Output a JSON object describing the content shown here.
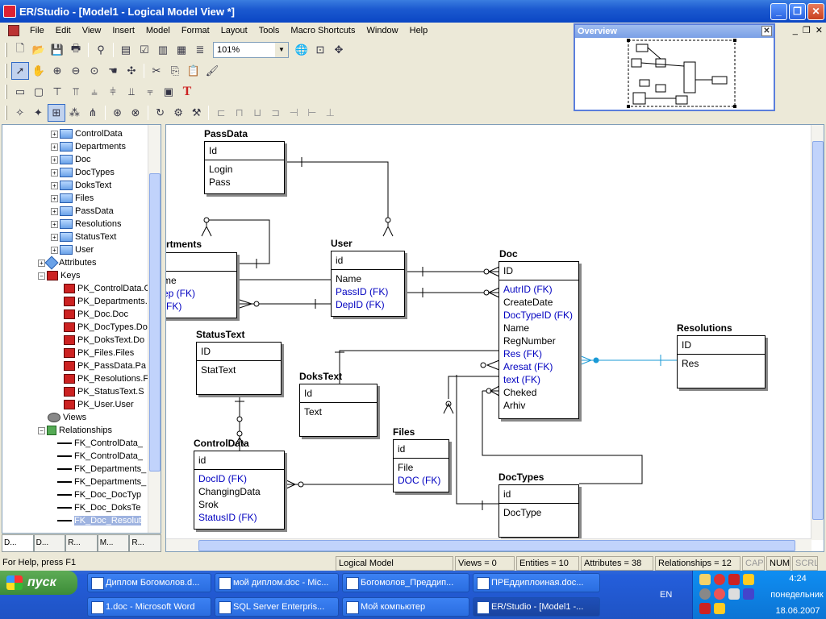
{
  "window": {
    "title": "ER/Studio - [Model1 - Logical Model View *]"
  },
  "menu": [
    "File",
    "Edit",
    "View",
    "Insert",
    "Model",
    "Format",
    "Layout",
    "Tools",
    "Macro Shortcuts",
    "Window",
    "Help"
  ],
  "toolbar": {
    "zoom": "101%"
  },
  "overview": {
    "title": "Overview"
  },
  "tree": {
    "tables": [
      "ControlData",
      "Departments",
      "Doc",
      "DocTypes",
      "DoksText",
      "Files",
      "PassData",
      "Resolutions",
      "StatusText",
      "User"
    ],
    "attributes_label": "Attributes",
    "keys_label": "Keys",
    "keys": [
      "PK_ControlData.C",
      "PK_Departments.",
      "PK_Doc.Doc",
      "PK_DocTypes.Do",
      "PK_DoksText.Do",
      "PK_Files.Files",
      "PK_PassData.Pa",
      "PK_Resolutions.F",
      "PK_StatusText.S",
      "PK_User.User"
    ],
    "views_label": "Views",
    "relationships_label": "Relationships",
    "relationships": [
      "FK_ControlData_",
      "FK_ControlData_",
      "FK_Departments_",
      "FK_Departments_",
      "FK_Doc_DocTyp",
      "FK_Doc_DoksTe",
      "FK_Doc_Resolut"
    ]
  },
  "bottom_tabs": [
    "D...",
    "D...",
    "R...",
    "M...",
    "R..."
  ],
  "entities": {
    "passdata": {
      "name": "PassData",
      "pk": [
        "Id"
      ],
      "attrs": [
        {
          "t": "Login"
        },
        {
          "t": "Pass"
        }
      ]
    },
    "departments": {
      "name": "rtments",
      "pk": [
        ""
      ],
      "attrs": [
        {
          "t": "me"
        },
        {
          "t": "ep (FK)",
          "fk": true
        },
        {
          "t": "(FK)",
          "fk": true
        }
      ]
    },
    "user": {
      "name": "User",
      "pk": [
        "id"
      ],
      "attrs": [
        {
          "t": "Name"
        },
        {
          "t": "PassID (FK)",
          "fk": true
        },
        {
          "t": "DepID (FK)",
          "fk": true
        }
      ]
    },
    "doc": {
      "name": "Doc",
      "pk": [
        "ID"
      ],
      "attrs": [
        {
          "t": "AutrID (FK)",
          "fk": true
        },
        {
          "t": "CreateDate"
        },
        {
          "t": "DocTypeID (FK)",
          "fk": true
        },
        {
          "t": "Name"
        },
        {
          "t": "RegNumber"
        },
        {
          "t": "Res (FK)",
          "fk": true
        },
        {
          "t": "Aresat (FK)",
          "fk": true
        },
        {
          "t": "text (FK)",
          "fk": true
        },
        {
          "t": "Cheked"
        },
        {
          "t": "Arhiv"
        }
      ]
    },
    "resolutions": {
      "name": "Resolutions",
      "pk": [
        "ID"
      ],
      "attrs": [
        {
          "t": "Res"
        }
      ]
    },
    "statustext": {
      "name": "StatusText",
      "pk": [
        "ID"
      ],
      "attrs": [
        {
          "t": "StatText"
        }
      ]
    },
    "dokstext": {
      "name": "DoksText",
      "pk": [
        "Id"
      ],
      "attrs": [
        {
          "t": "Text"
        }
      ]
    },
    "files": {
      "name": "Files",
      "pk": [
        "id"
      ],
      "attrs": [
        {
          "t": "File"
        },
        {
          "t": "DOC (FK)",
          "fk": true
        }
      ]
    },
    "controldata": {
      "name": "ControlData",
      "pk": [
        "id"
      ],
      "attrs": [
        {
          "t": "DocID (FK)",
          "fk": true
        },
        {
          "t": "ChangingData"
        },
        {
          "t": "Srok"
        },
        {
          "t": "StatusID (FK)",
          "fk": true
        }
      ]
    },
    "doctypes": {
      "name": "DocTypes",
      "pk": [
        "id"
      ],
      "attrs": [
        {
          "t": "DocType"
        }
      ]
    }
  },
  "status": {
    "help": "For Help, press F1",
    "view": "Logical Model",
    "views": "Views = 0",
    "entities": "Entities = 10",
    "attributes": "Attributes = 38",
    "relationships": "Relationships = 12",
    "cap": "CAP",
    "num": "NUM",
    "scrl": "SCRL"
  },
  "taskbar": {
    "start": "пуск",
    "tasks_row1": [
      "Диплом Богомолов.d...",
      "мой диплом.doc - Mic...",
      "Богомолов_Преддип...",
      "ПРЕддиплоиная.doc..."
    ],
    "tasks_row2": [
      "1.doc - Microsoft Word",
      "SQL Server Enterpris...",
      "Мой компьютер",
      "ER/Studio - [Model1 -..."
    ],
    "lang": "EN",
    "time": "4:24",
    "day": "понедельник",
    "date": "18.06.2007"
  },
  "colors": {
    "fk": "#0000c0",
    "highlight_rel": "#1a9ad6"
  }
}
